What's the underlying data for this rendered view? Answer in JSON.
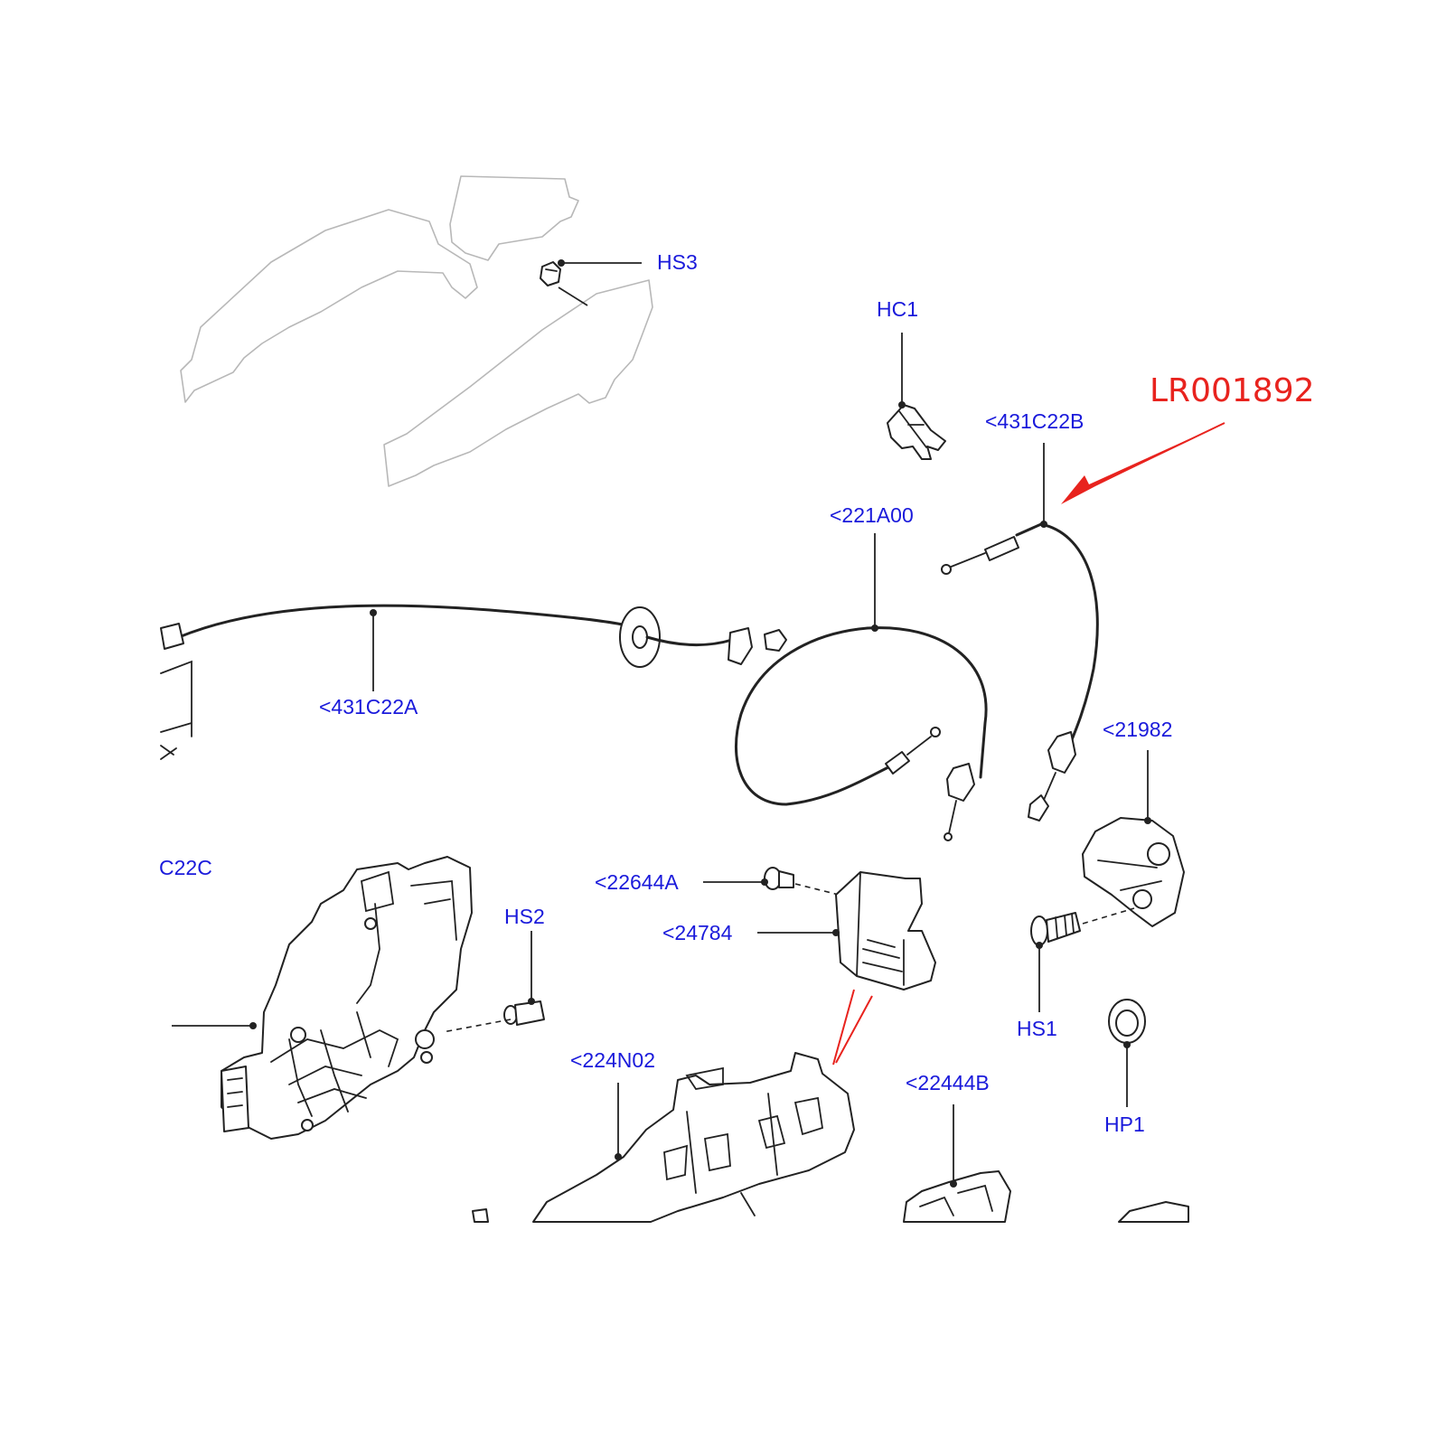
{
  "highlight_part": "LR001892",
  "labels": {
    "hs3": "HS3",
    "hc1": "HC1",
    "c431_22b": "<431C22B",
    "a221_00": "<221A00",
    "c431_22a": "<431C22A",
    "c21982": "<21982",
    "c22c": "C22C",
    "hs2": "HS2",
    "a22644": "<22644A",
    "c24784": "<24784",
    "hs1": "HS1",
    "n224_02": "<224N02",
    "b22444": "<22444B",
    "hp1": "HP1"
  },
  "colors": {
    "callout": "#1a1adb",
    "highlight": "#e8231e",
    "linework": "#222222",
    "ghost": "#b8b8b8"
  }
}
